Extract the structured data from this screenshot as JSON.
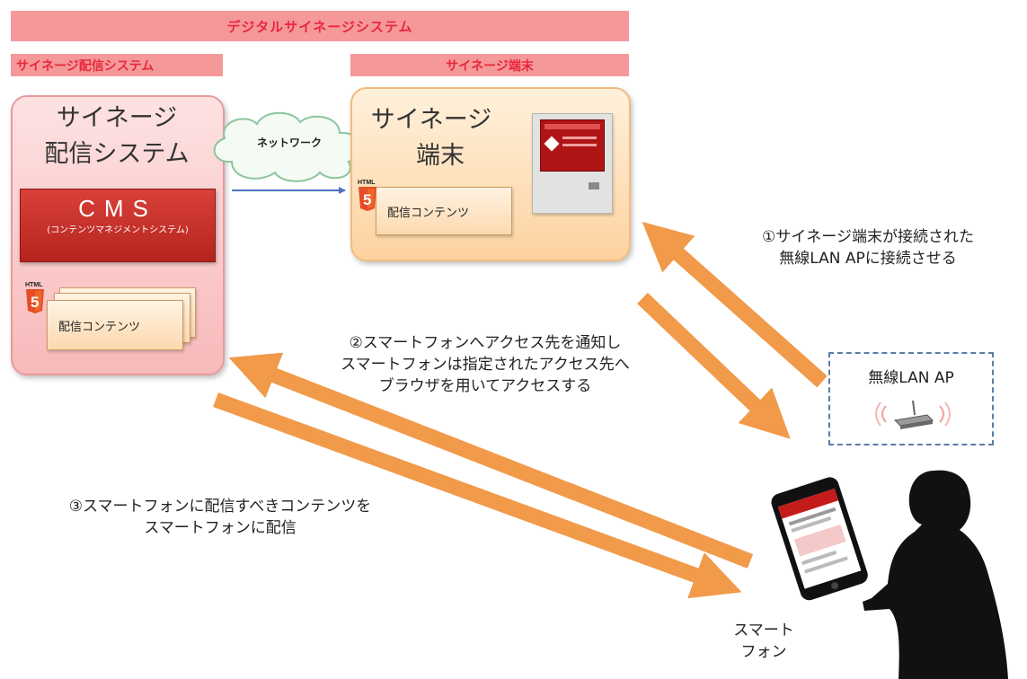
{
  "banners": {
    "top": "デジタルサイネージシステム",
    "left": "サイネージ配信システム",
    "right": "サイネージ端末"
  },
  "delivery_system": {
    "title_line1": "サイネージ",
    "title_line2": "配信システム",
    "cms_title": "CMS",
    "cms_subtitle": "(コンテンツマネジメントシステム)",
    "html5_label": "HTML",
    "content_label": "配信コンテンツ"
  },
  "network": {
    "label": "ネットワーク"
  },
  "terminal": {
    "title_line1": "サイネージ",
    "title_line2": "端末",
    "html5_label": "HTML",
    "content_label": "配信コンテンツ"
  },
  "wireless": {
    "label": "無線LAN AP"
  },
  "smartphone": {
    "label_line1": "スマート",
    "label_line2": "フォン"
  },
  "steps": {
    "step1_line1": "①サイネージ端末が接続された",
    "step1_line2": "無線LAN APに接続させる",
    "step2_line1": "②スマートフォンへアクセス先を通知し",
    "step2_line2": "スマートフォンは指定されたアクセス先へ",
    "step2_line3": "ブラウザを用いてアクセスする",
    "step3_line1": "③スマートフォンに配信すべきコンテンツを",
    "step3_line2": "スマートフォンに配信"
  },
  "colors": {
    "banner": "#f4989a",
    "banner_text": "#e8283c",
    "arrow": "#f19a4a",
    "cms": "#c12d27",
    "html5": "#e44d26"
  }
}
